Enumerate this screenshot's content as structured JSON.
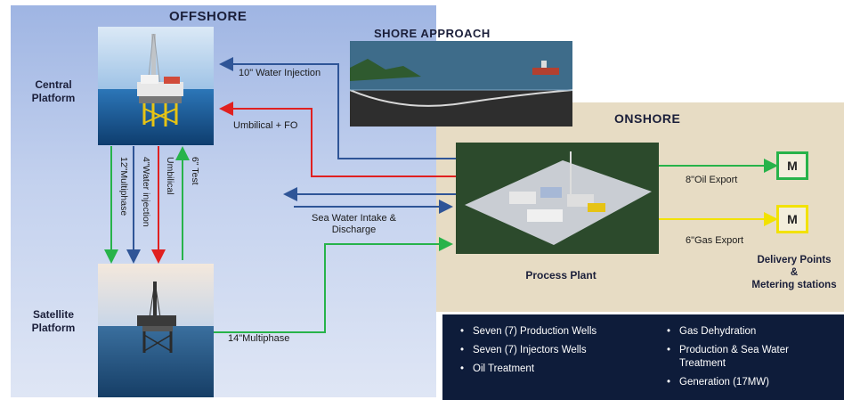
{
  "zones": {
    "offshore": "OFFSHORE",
    "shore_approach": "SHORE APPROACH",
    "onshore": "ONSHORE"
  },
  "platforms": {
    "central": "Central\nPlatform",
    "satellite": "Satellite\nPlatform"
  },
  "pipelines": {
    "water_injection_10": "10\" Water Injection",
    "umbilical_fo": "Umbilical + FO",
    "multiphase_12": "12\"Multiphase",
    "water_injection_4": "4\"Water injection",
    "umbilical": "Umbilical",
    "test_6": "6\" Test",
    "sea_water": "Sea Water Intake &\nDischarge",
    "multiphase_14": "14\"Multiphase",
    "oil_export": "8\"Oil Export",
    "gas_export": "6\"Gas Export"
  },
  "facilities": {
    "process_plant": "Process  Plant",
    "delivery_points": "Delivery Points\n&\nMetering stations",
    "meter_oil": "M",
    "meter_gas": "M"
  },
  "scope_left": [
    "Seven (7) Production Wells",
    "Seven (7) Injectors Wells",
    "Oil Treatment"
  ],
  "scope_right": [
    "Gas Dehydration",
    "Production & Sea Water Treatment",
    "Generation (17MW)"
  ],
  "colors": {
    "blue_line": "#2f5597",
    "red_line": "#e02020",
    "green_line": "#27b34a",
    "yellow_line": "#f2e200",
    "offshore_bg": "#b7c7ea",
    "onshore_bg": "#e7dcc4",
    "info_bg": "#0e1c3a"
  }
}
